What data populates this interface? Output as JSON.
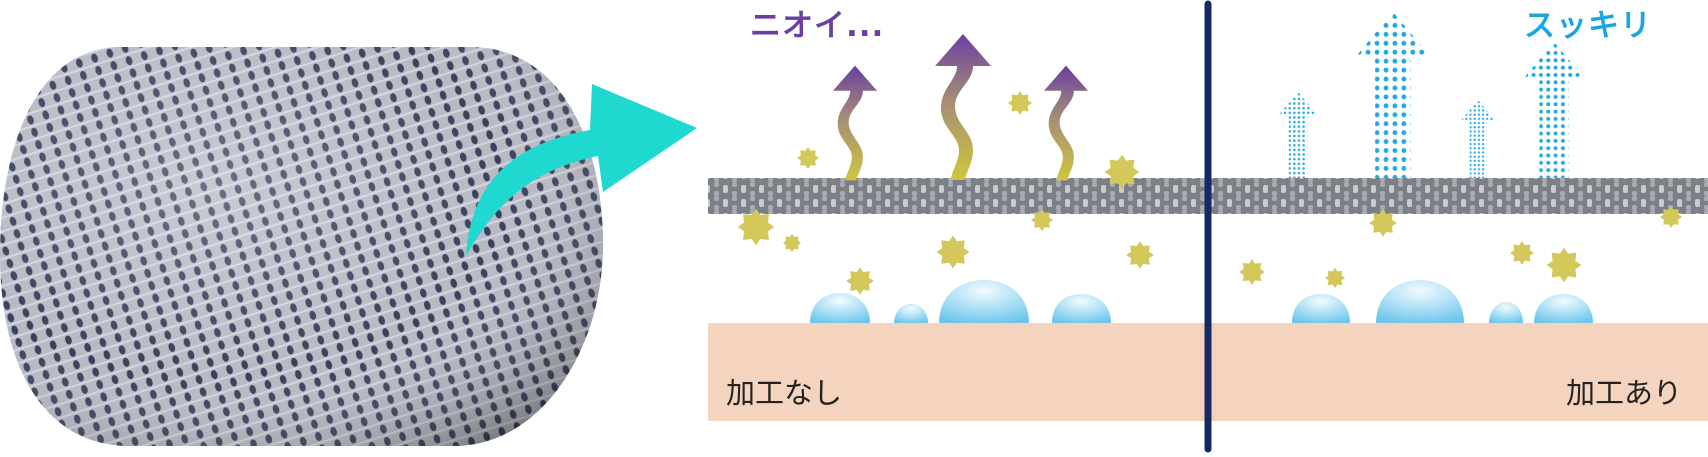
{
  "diagram": {
    "left_panel": {
      "header": "ニオイ...",
      "label": "加工なし"
    },
    "right_panel": {
      "header": "スッキリ",
      "label": "加工あり"
    },
    "icons": [
      "fabric-swatch",
      "curved-arrow-icon",
      "odor-wave-arrow-icon",
      "fresh-dotted-arrow-icon",
      "bacteria-icon",
      "sweat-droplet-icon"
    ]
  },
  "colors": {
    "accent_arrow": "#1fd8cf",
    "odor_purple": "#6b3fa0",
    "odor_yellow": "#cfc63e",
    "fresh_blue": "#1ba6e0",
    "fabric_gray": "#7f8087",
    "skin": "#f5d4bf",
    "divider": "#152a63",
    "bacteria": "#d4c85a",
    "droplet": "#8fd3f2"
  }
}
